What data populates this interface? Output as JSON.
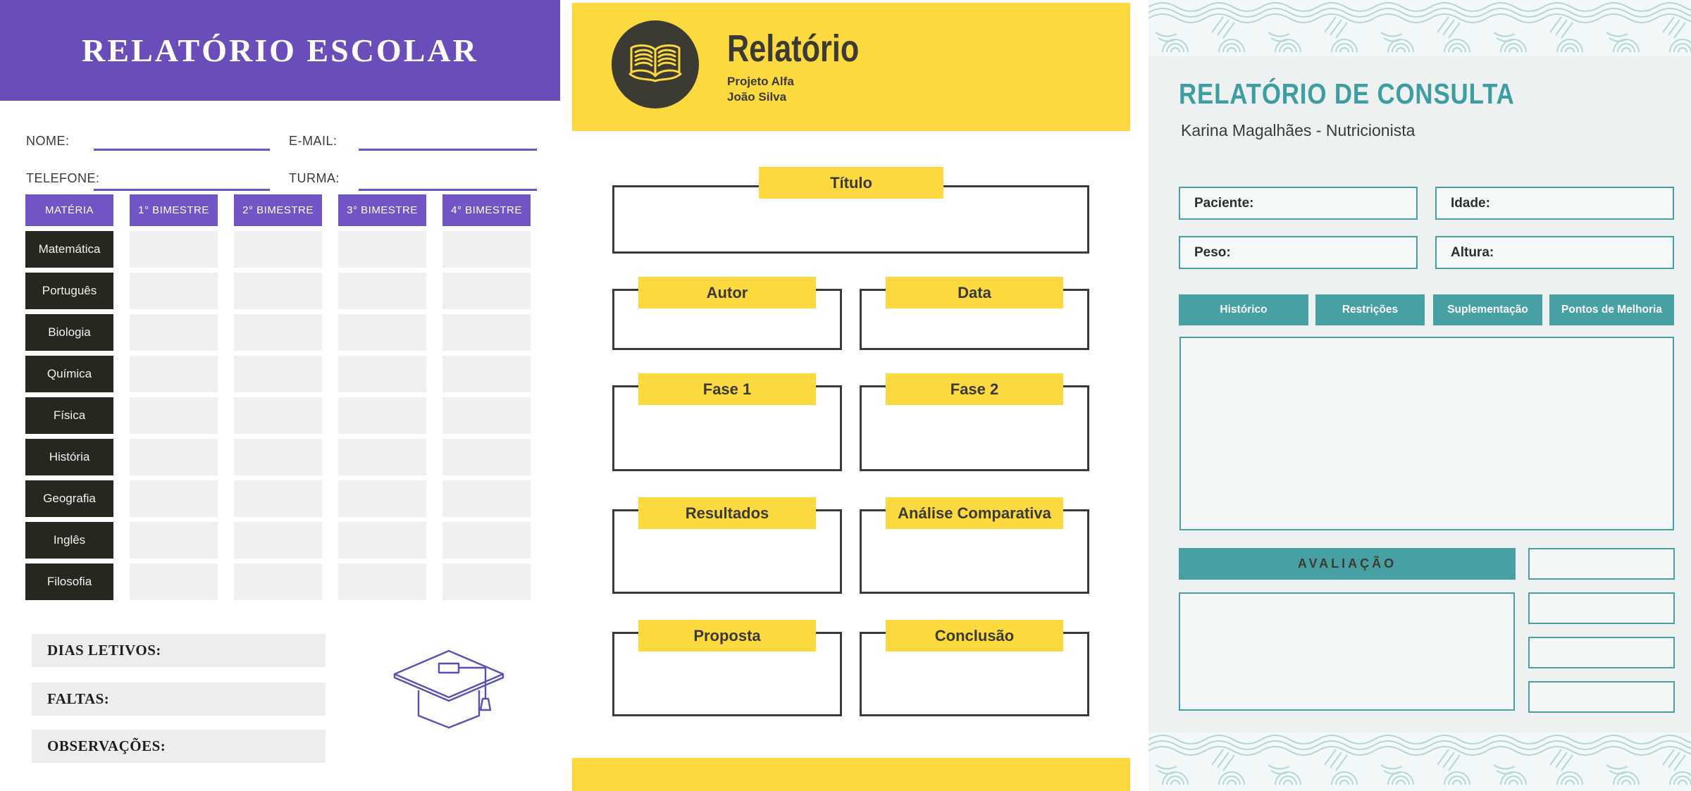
{
  "left": {
    "title": "RELATÓRIO ESCOLAR",
    "form": {
      "nome_label": "NOME:",
      "email_label": "E-MAIL:",
      "telefone_label": "TELEFONE:",
      "turma_label": "TURMA:"
    },
    "table": {
      "headers": [
        "MATÉRIA",
        "1° BIMESTRE",
        "2° BIMESTRE",
        "3° BIMESTRE",
        "4° BIMESTRE"
      ],
      "subjects": [
        "Matemática",
        "Português",
        "Biologia",
        "Química",
        "Física",
        "História",
        "Geografia",
        "Inglês",
        "Filosofia"
      ]
    },
    "footer_fields": [
      "DIAS LETIVOS:",
      "FALTAS:",
      "OBSERVAÇÕES:"
    ],
    "icons": {
      "graduation_cap": "graduation-cap-icon"
    },
    "colors": {
      "purple": "#6a4db8",
      "table_header_purple": "#7254c6",
      "subject_dark": "#272720",
      "grade_gray": "#efefef"
    }
  },
  "middle": {
    "title": "Relatório",
    "subtitle_lines": [
      "Projeto Alfa",
      "João Silva"
    ],
    "flow": {
      "titulo": "Título",
      "autor": "Autor",
      "data": "Data",
      "fase1": "Fase 1",
      "fase2": "Fase 2",
      "resultados": "Resultados",
      "analise": "Análise Comparativa",
      "proposta": "Proposta",
      "conclusao": "Conclusão"
    },
    "icons": {
      "book": "open-book-icon"
    },
    "colors": {
      "yellow": "#fcd93e",
      "dark": "#3b3b33"
    }
  },
  "right": {
    "title": "RELATÓRIO DE CONSULTA",
    "subtitle": "Karina Magalhães - Nutricionista",
    "fields": {
      "paciente": "Paciente:",
      "idade": "Idade:",
      "peso": "Peso:",
      "altura": "Altura:"
    },
    "tabs": [
      "Histórico",
      "Restrições",
      "Suplementação",
      "Pontos de Melhoria"
    ],
    "avaliacao_label": "AVALIAÇÃO",
    "colors": {
      "teal": "#47a0a3",
      "title_teal": "#3e9da0",
      "bg": "#eef1f1",
      "wave": "#b4d6d7"
    }
  }
}
